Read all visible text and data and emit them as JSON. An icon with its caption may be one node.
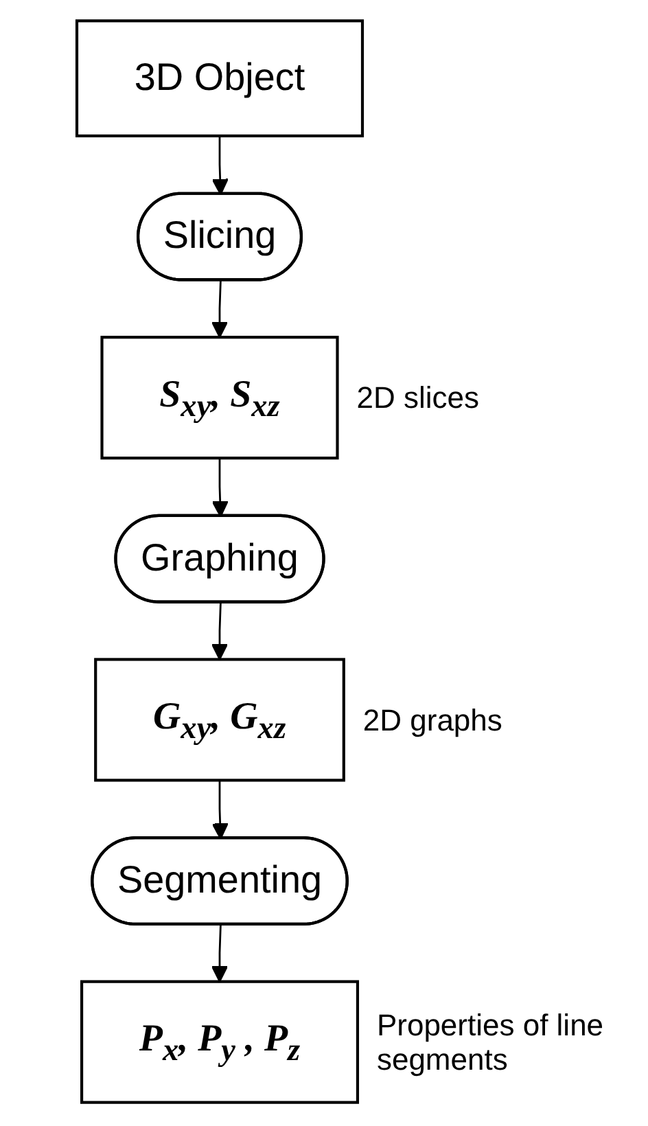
{
  "diagram": {
    "nodes": [
      {
        "text": [
          "3D Object"
        ]
      },
      {
        "text": [
          "Slicing"
        ]
      },
      {
        "text": [
          "S$_{xy}$, S$_{xz}$"
        ],
        "beside": [
          "2D slices"
        ]
      },
      {
        "text": [
          "Graphing"
        ]
      },
      {
        "text": [
          "G$_{xy}$, G$_{xz}$"
        ],
        "beside": [
          "2D graphs"
        ]
      },
      {
        "text": [
          "Segmenting"
        ]
      },
      {
        "text": [
          "P$_{x}$, P$_{y}$ , P$_{z}$"
        ],
        "beside": [
          "Properties of line segments"
        ]
      }
    ],
    "edges": [
      {
        "from": 0,
        "to": 1,
        "arrow": "to"
      },
      {
        "from": 1,
        "to": 2,
        "arrow": "to"
      },
      {
        "from": 2,
        "to": 3,
        "arrow": "to"
      },
      {
        "from": 3,
        "to": 4,
        "arrow": "to"
      },
      {
        "from": 4,
        "to": 5,
        "arrow": "to"
      },
      {
        "from": 5,
        "to": 6,
        "arrow": "to"
      }
    ]
  }
}
